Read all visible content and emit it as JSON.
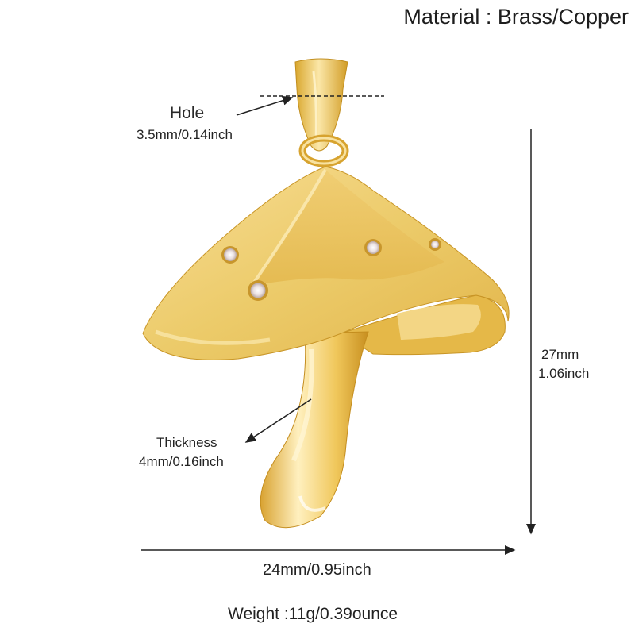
{
  "material": "Material : Brass/Copper",
  "hole": {
    "title": "Hole",
    "size": "3.5mm/0.14inch"
  },
  "thickness": {
    "title": "Thickness",
    "size": "4mm/0.16inch"
  },
  "height": {
    "mm": "27mm",
    "inch": "1.06inch"
  },
  "width": "24mm/0.95inch",
  "weight": "Weight :11g/0.39ounce",
  "colors": {
    "gold_light": "#f7dc95",
    "gold_mid": "#eec85f",
    "gold_dark": "#c9951f",
    "line": "#222222"
  }
}
